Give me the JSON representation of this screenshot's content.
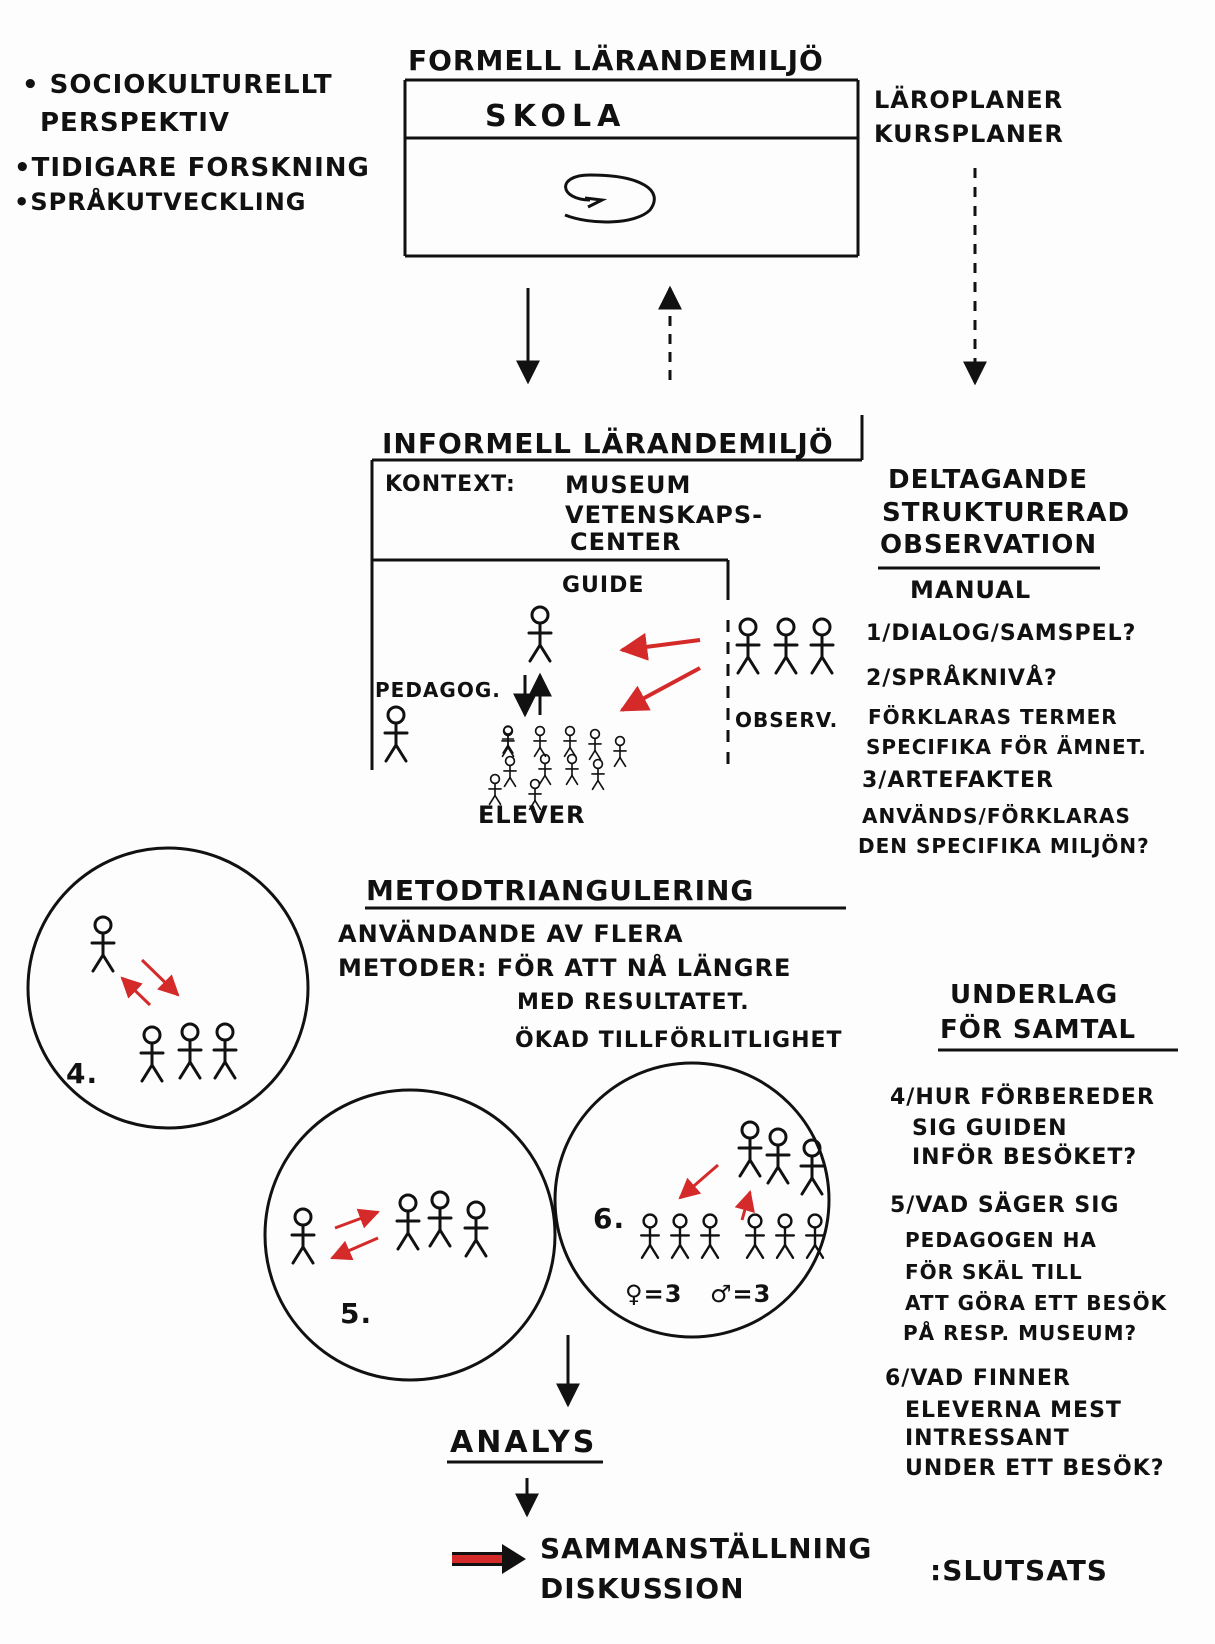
{
  "top_left_notes": [
    "• SOCIOKULTURELLT",
    "PERSPEKTIV",
    "•TIDIGARE FORSKNING",
    "•SPRÅKUTVECKLING"
  ],
  "formal": {
    "title": "FORMELL LÄRANDEMILJÖ",
    "box_label": "SKOLA",
    "side_note_1": "LÄROPLANER",
    "side_note_2": "KURSPLANER"
  },
  "informal": {
    "title": "INFORMELL LÄRANDEMILJÖ",
    "context_label": "KONTEXT:",
    "context_1": "MUSEUM",
    "context_2": "VETENSKAPS-",
    "context_3": "CENTER",
    "guide_label": "GUIDE",
    "pedagog_label": "PEDAGOG.",
    "observer_label": "OBSERV.",
    "students_label": "ELEVER"
  },
  "observation": {
    "title_1": "DELTAGANDE",
    "title_2": "STRUKTURERAD",
    "title_3": "OBSERVATION",
    "manual": "MANUAL",
    "q1": "1/DIALOG/SAMSPEL?",
    "q2": "2/SPRÅKNIVÅ?",
    "q2_line1": "FÖRKLARAS TERMER",
    "q2_line2": "SPECIFIKA FÖR ÄMNET.",
    "q3": "3/ARTEFAKTER",
    "q3_line1": "ANVÄNDS/FÖRKLARAS",
    "q3_line2": "DEN SPECIFIKA MILJÖN?"
  },
  "method": {
    "title": "METODTRIANGULERING",
    "line1": "ANVÄNDANDE AV FLERA",
    "line2": "METODER: FÖR ATT NÅ LÄNGRE",
    "line3": "MED RESULTATET.",
    "line4": "ÖKAD TILLFÖRLITLIGHET"
  },
  "circles": {
    "c4": "4.",
    "c5": "5.",
    "c6": "6.",
    "female_count": "♀=3",
    "male_count": "♂=3"
  },
  "underlag": {
    "title_1": "UNDERLAG",
    "title_2": "FÖR SAMTAL",
    "q4_1": "4/HUR FÖRBEREDER",
    "q4_2": "SIG GUIDEN",
    "q4_3": "INFÖR BESÖKET?",
    "q5_1": "5/VAD SÄGER SIG",
    "q5_2": "PEDAGOGEN HA",
    "q5_3": "FÖR SKÄL TILL",
    "q5_4": "ATT GÖRA ETT BESÖK",
    "q5_5": "PÅ RESP. MUSEUM?",
    "q6_1": "6/VAD FINNER",
    "q6_2": "ELEVERNA MEST",
    "q6_3": "INTRESSANT",
    "q6_4": "UNDER ETT BESÖK?"
  },
  "bottom": {
    "analys": "ANALYS",
    "sammanstallning": "SAMMANSTÄLLNING",
    "diskussion": "DISKUSSION",
    "slutsats": ":SLUTSATS"
  },
  "colors": {
    "ink": "#111111",
    "red": "#d42a2a"
  }
}
